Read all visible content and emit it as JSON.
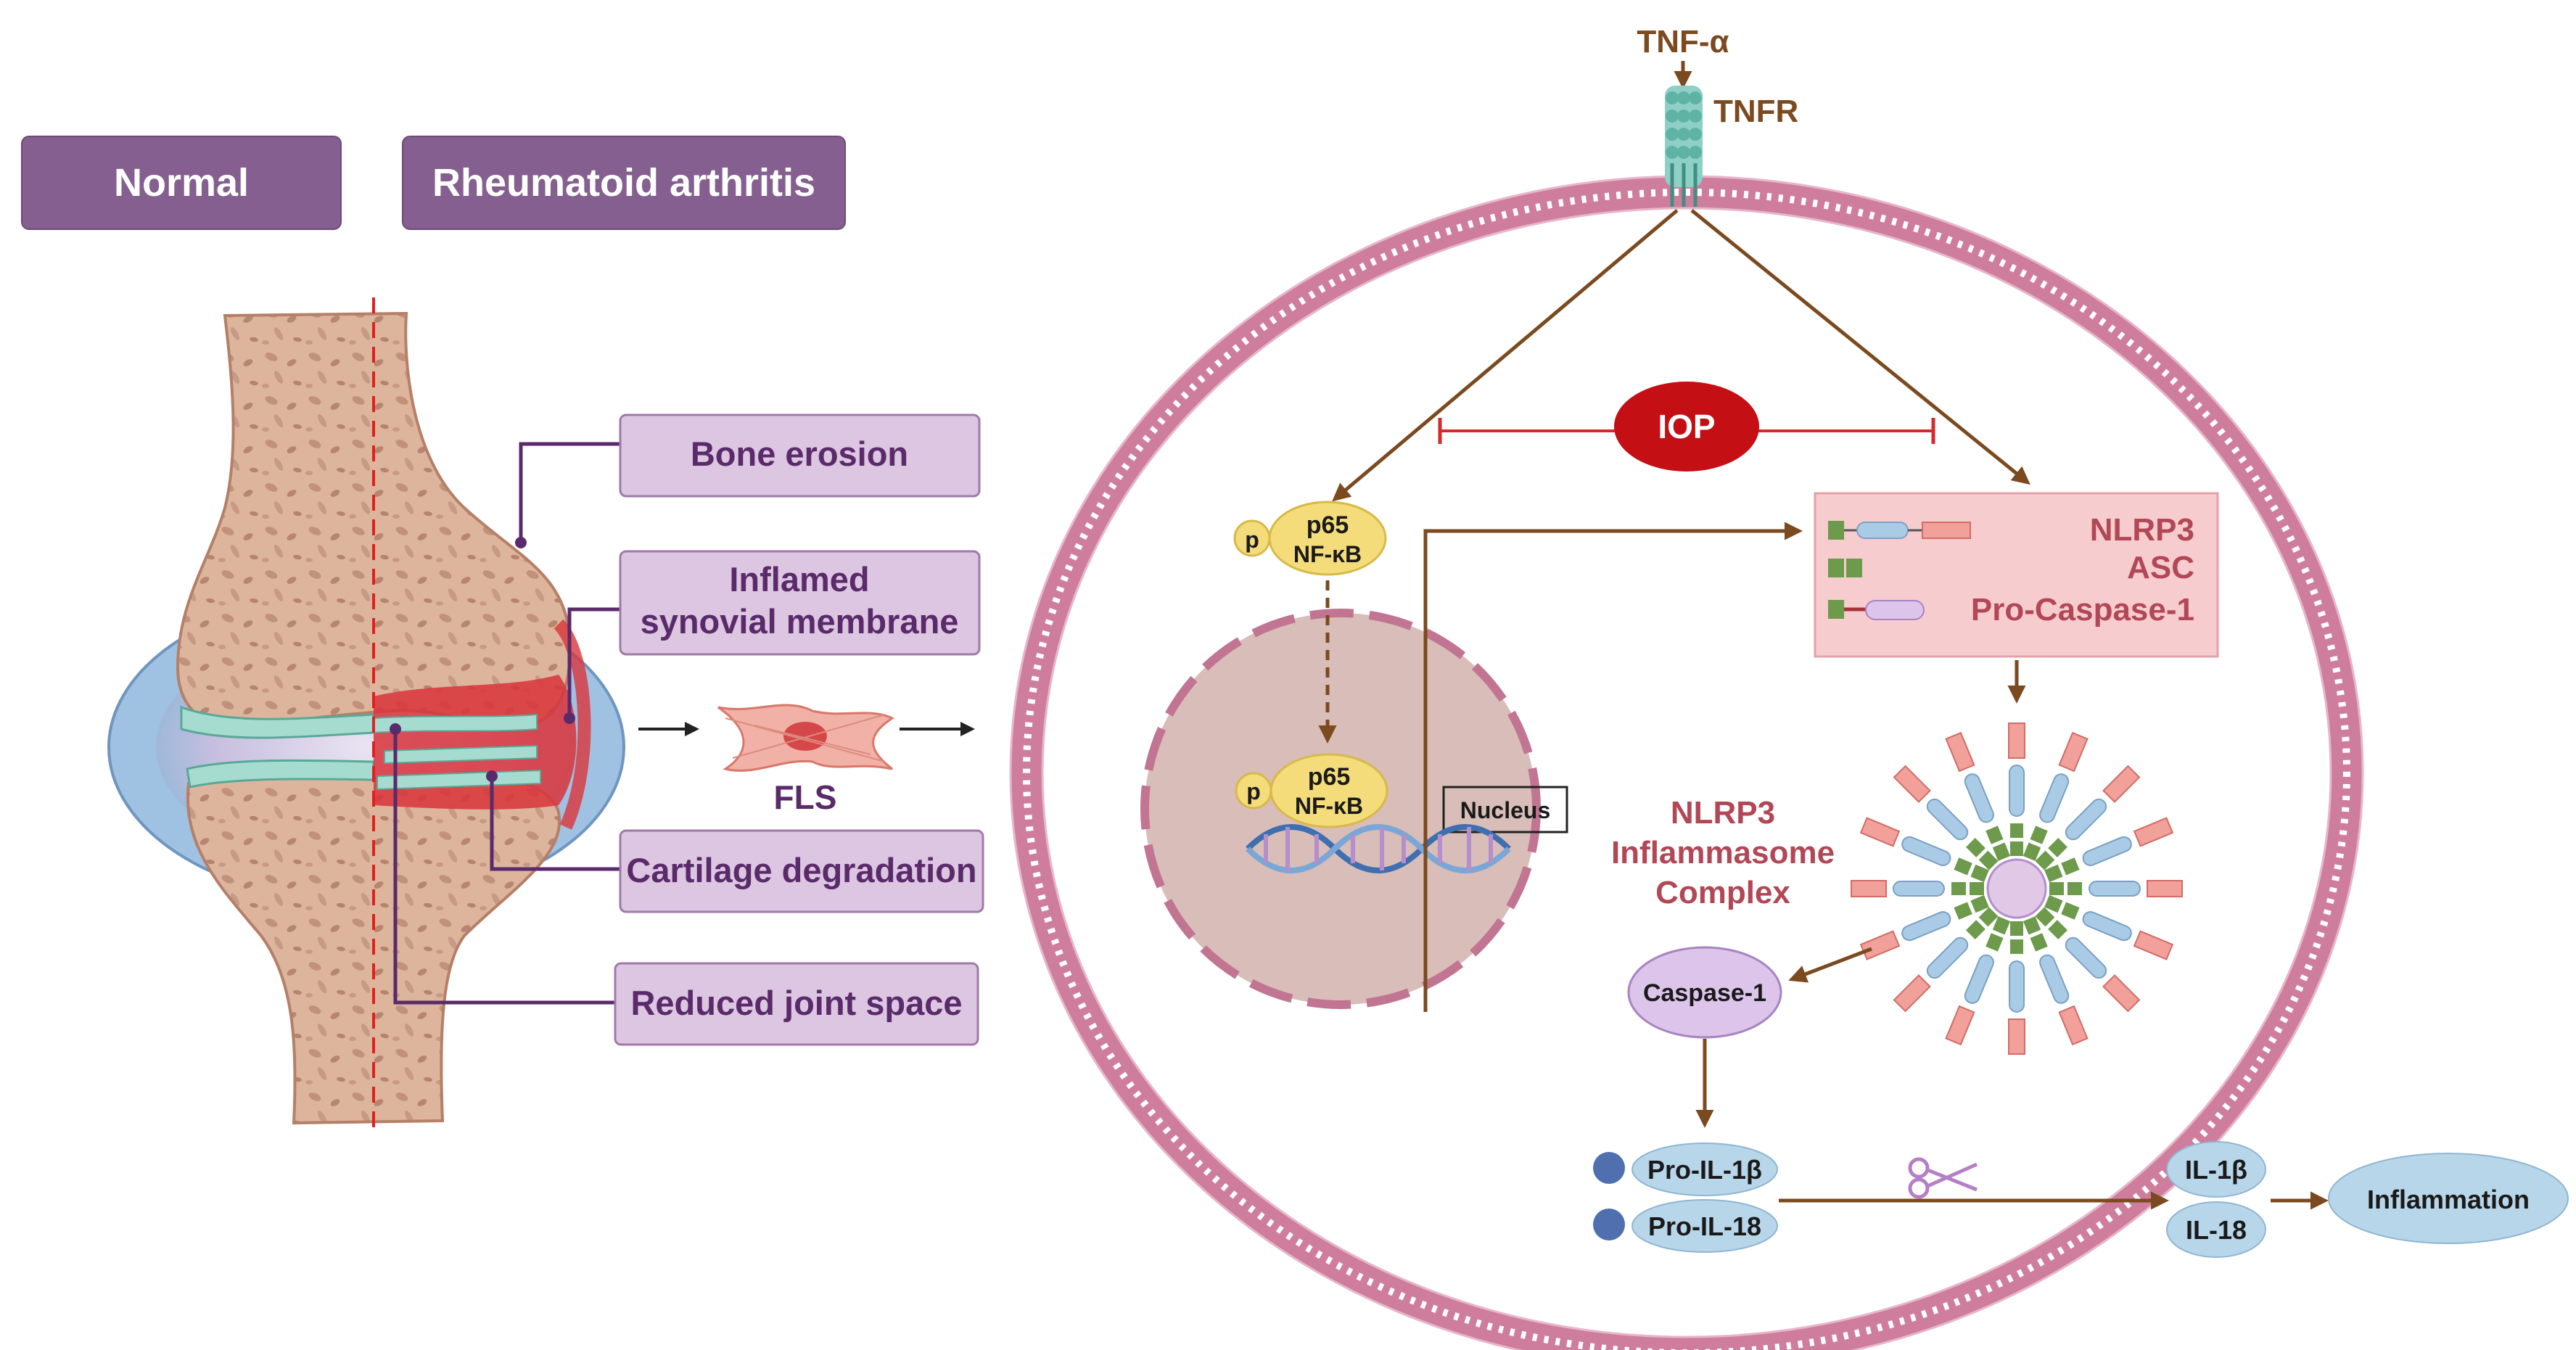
{
  "joint": {
    "normal_label": "Normal",
    "ra_label": "Rheumatoid arthritis",
    "callouts": {
      "bone_erosion": "Bone erosion",
      "inflamed_line1": "Inflamed",
      "inflamed_line2": "synovial membrane",
      "cartilage": "Cartilage degradation",
      "joint_space": "Reduced joint space"
    },
    "fls_label": "FLS"
  },
  "cell": {
    "tnf_alpha": "TNF-α",
    "tnfr": "TNFR",
    "iop": "IOP",
    "p_label": "p",
    "p65": "p65",
    "nfkb": "NF-κB",
    "nucleus": "Nucleus",
    "nlrp3": "NLRP3",
    "asc": "ASC",
    "pro_caspase": "Pro-Caspase-1",
    "complex_line1": "NLRP3",
    "complex_line2": "Inflammasome",
    "complex_line3": "Complex",
    "caspase1": "Caspase-1",
    "pro_il1b": "Pro-IL-1β",
    "pro_il18": "Pro-IL-18",
    "il1b": "IL-1β",
    "il18": "IL-18",
    "inflammation": "Inflammation"
  },
  "colors": {
    "membrane": "#cf7d9d",
    "iop": "#c40f14",
    "arrow": "#7b4a1f",
    "label_box": "#dcc6e1",
    "header_button": "#845f8f"
  }
}
